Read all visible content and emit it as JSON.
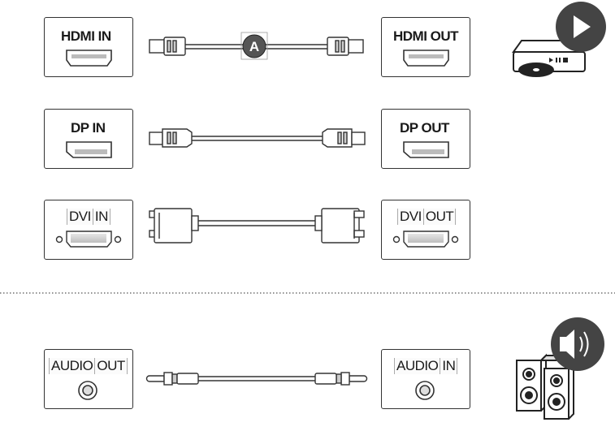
{
  "ports": {
    "hdmi_in": "HDMI IN",
    "hdmi_out": "HDMI OUT",
    "dp_in": "DP IN",
    "dp_out": "DP OUT",
    "dvi_in": [
      "DVI",
      "IN"
    ],
    "dvi_out": [
      "DVI",
      "OUT"
    ],
    "audio_out": [
      "AUDIO",
      "OUT"
    ],
    "audio_in": [
      "AUDIO",
      "IN"
    ]
  },
  "cable_marker": "A",
  "icons": {
    "video_source": "video-player-icon",
    "speakers": "speaker-icon"
  }
}
